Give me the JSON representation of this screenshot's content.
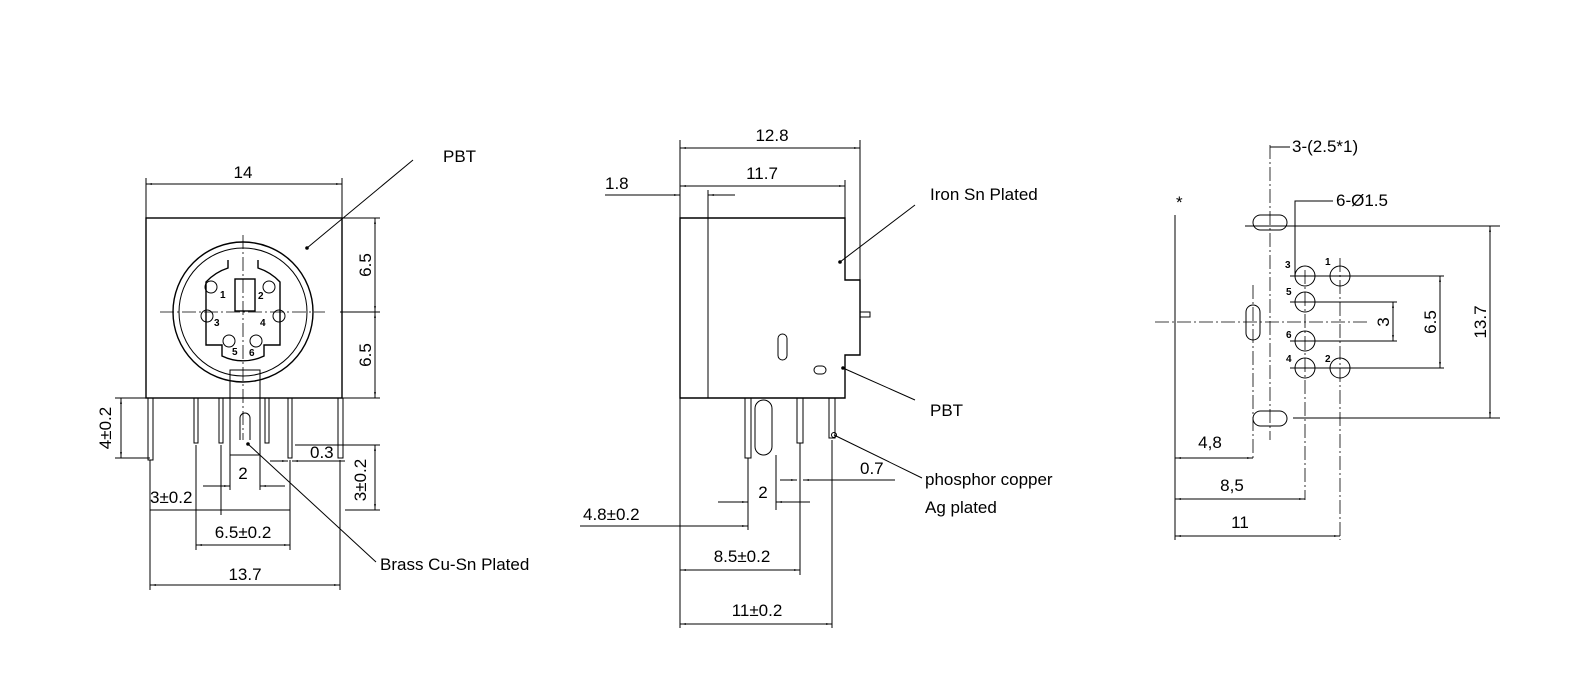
{
  "front_view": {
    "width": "14",
    "material": "PBT",
    "upper_half": "6.5",
    "lower_half": "6.5",
    "pin_height": "4±0.2",
    "pin_width": "0.3",
    "shell_width": "2",
    "pin_offset": "3±0.2",
    "shell_length": "3±0.2",
    "pin_span": "6.5±0.2",
    "base_width": "13.7",
    "shell_material": "Brass Cu-Sn Plated",
    "pins": [
      "1",
      "2",
      "3",
      "4",
      "5",
      "6"
    ]
  },
  "side_view": {
    "overall_depth": "12.8",
    "front_depth": "1.8",
    "body_depth": "11.7",
    "shield_material": "Iron Sn Plated",
    "body_material": "PBT",
    "pin_width": "0.7",
    "pin_material_line1": "phosphor copper",
    "pin_material_line2": "Ag plated",
    "pin_pitch": "2",
    "first_pin": "4.8±0.2",
    "second_pin": "8.5±0.2",
    "third_pin": "11±0.2"
  },
  "footprint": {
    "slots": "3-(2.5*1)",
    "holes": "6-Ø1.5",
    "ref_mark": "*",
    "inner_pitch": "3",
    "outer_pitch": "6.5",
    "slot_span": "13.7",
    "slot_offset": "4,8",
    "hole_row1": "8,5",
    "hole_row2": "11",
    "pins": [
      "3",
      "1",
      "5",
      "6",
      "4",
      "2"
    ]
  }
}
